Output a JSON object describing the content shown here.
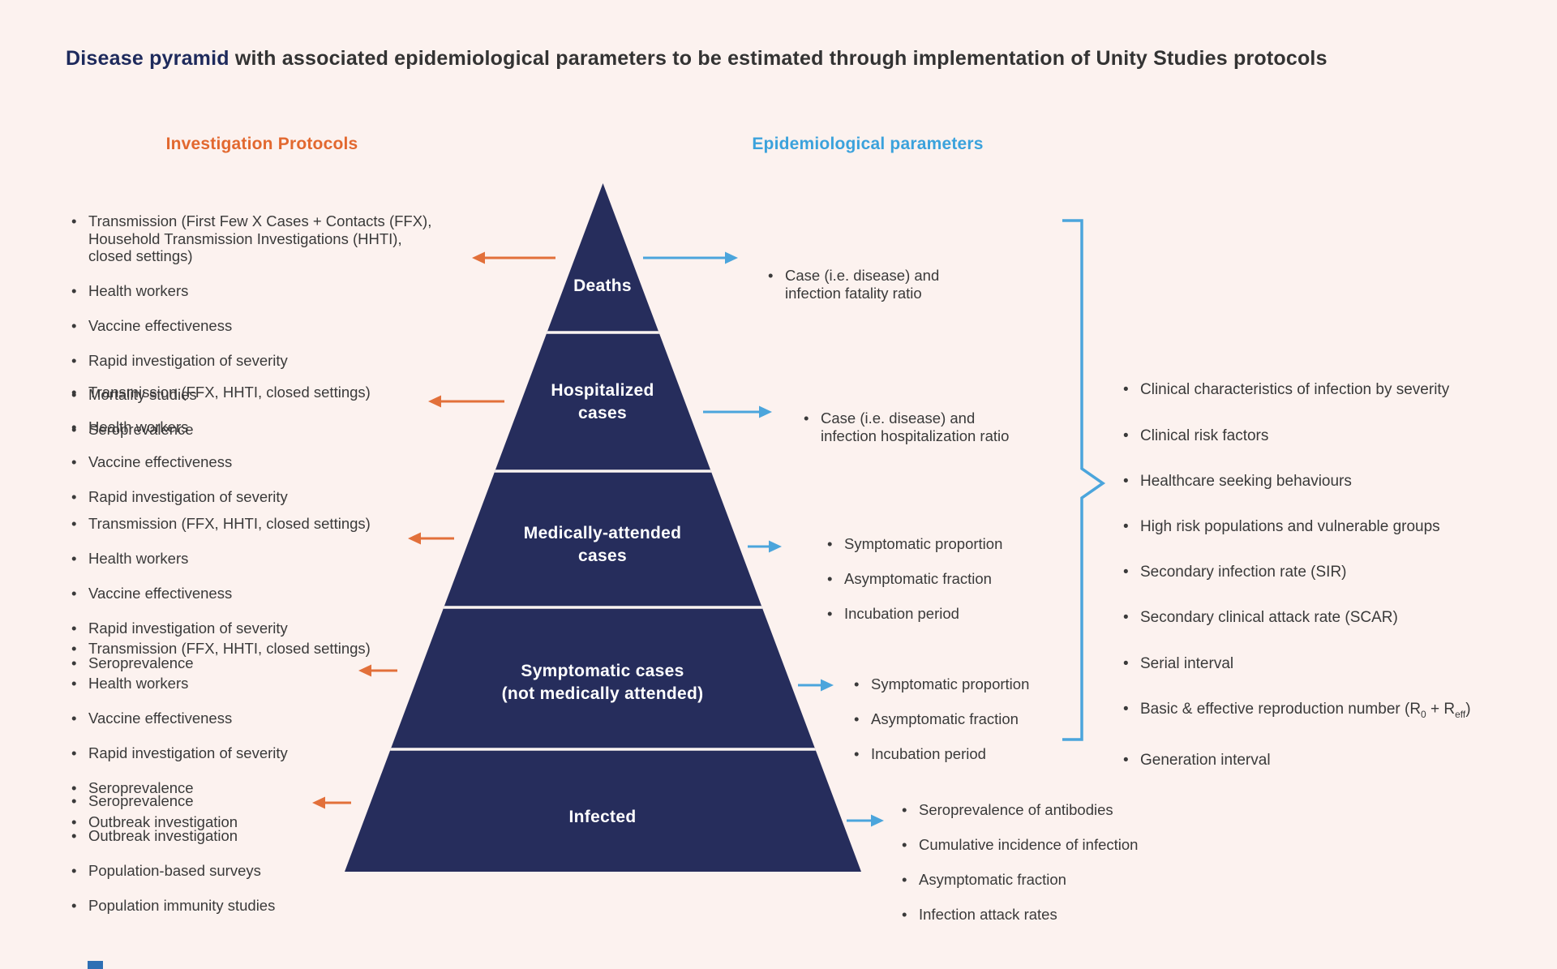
{
  "title": {
    "highlight": "Disease pyramid",
    "rest": " with associated epidemiological parameters to be estimated through implementation of Unity Studies protocols"
  },
  "headers": {
    "left": "Investigation Protocols",
    "right": "Epidemiological parameters"
  },
  "pyramid": {
    "levels": [
      {
        "label": "Deaths"
      },
      {
        "label": "Hospitalized\ncases"
      },
      {
        "label": "Medically-attended\ncases"
      },
      {
        "label": "Symptomatic cases\n(not medically attended)"
      },
      {
        "label": "Infected"
      }
    ]
  },
  "left_lists": [
    {
      "items": [
        "Transmission (First Few X Cases + Contacts (FFX),\nHousehold Transmission Investigations (HHTI),\nclosed settings)",
        "Health workers",
        "Vaccine effectiveness",
        "Rapid investigation of severity",
        "Mortality studies",
        "Seroprevalence"
      ]
    },
    {
      "items": [
        "Transmission (FFX, HHTI, closed settings)",
        "Health workers",
        "Vaccine effectiveness",
        "Rapid investigation of severity"
      ]
    },
    {
      "items": [
        "Transmission (FFX, HHTI, closed settings)",
        "Health workers",
        "Vaccine effectiveness",
        "Rapid investigation of severity",
        "Seroprevalence"
      ]
    },
    {
      "items": [
        "Transmission (FFX, HHTI, closed settings)",
        "Health workers",
        "Vaccine effectiveness",
        "Rapid investigation of severity",
        "Seroprevalence",
        "Outbreak investigation"
      ]
    },
    {
      "items": [
        "Seroprevalence",
        "Outbreak investigation",
        "Population-based surveys",
        "Population immunity studies"
      ]
    }
  ],
  "right_lists": [
    {
      "items": [
        "Case (i.e. disease) and\ninfection fatality ratio"
      ]
    },
    {
      "items": [
        "Case (i.e. disease) and\ninfection hospitalization ratio"
      ]
    },
    {
      "items": [
        "Symptomatic proportion",
        "Asymptomatic fraction",
        "Incubation period"
      ]
    },
    {
      "items": [
        "Symptomatic proportion",
        "Asymptomatic fraction",
        "Incubation period"
      ]
    },
    {
      "items": [
        "Seroprevalence of antibodies",
        "Cumulative incidence of infection",
        "Asymptomatic fraction",
        "Infection attack rates"
      ]
    }
  ],
  "right_panel": {
    "items": [
      "Clinical characteristics of infection by severity",
      "Clinical risk factors",
      "Healthcare seeking behaviours",
      "High risk populations and vulnerable groups",
      "Secondary infection rate (SIR)",
      "Secondary clinical attack rate (SCAR)",
      "Serial interval",
      "Generation interval"
    ],
    "reproduction_item": {
      "pre": "Basic & effective reproduction number (R",
      "sub_a": "0",
      "mid": " + R",
      "sub_b": "eff",
      "post": ")"
    }
  },
  "colors": {
    "background": "#fcf2ef",
    "pyramid_navy": "#262d5c",
    "accent_orange": "#e2703a",
    "accent_blue": "#4ba5dc",
    "title_navy": "#1e2a5c",
    "body_text": "#3a3a3a"
  }
}
